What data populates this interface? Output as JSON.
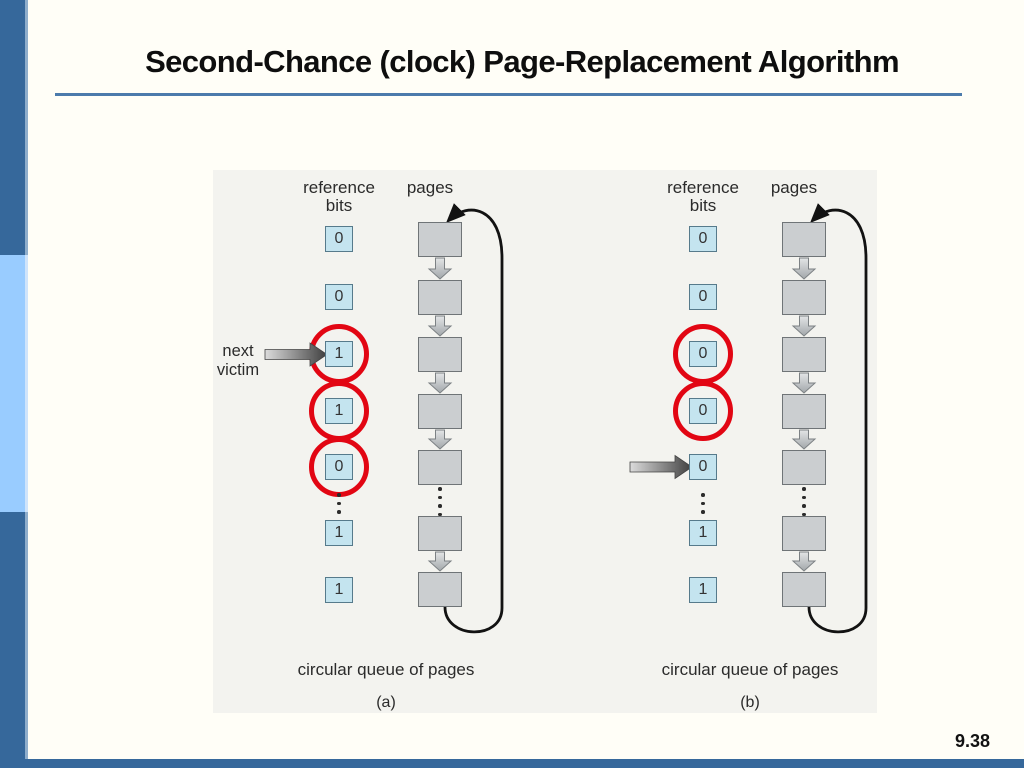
{
  "title": "Second-Chance (clock) Page-Replacement Algorithm",
  "page_number": "9.38",
  "colors": {
    "sidebar_dark": "#36689B",
    "sidebar_light": "#99CCFF",
    "title_underline": "#4C7BAC",
    "circle_red": "#E20613",
    "bit_box_fill": "#C4E4EF",
    "page_box_fill": "#CBCED0"
  },
  "figure": {
    "diagram_a": {
      "ref_label_1": "reference",
      "ref_label_2": "bits",
      "pages_label": "pages",
      "next_victim_1": "next",
      "next_victim_2": "victim",
      "bits": [
        "0",
        "0",
        "1",
        "1",
        "0",
        "1",
        "1"
      ],
      "caption": "circular queue of pages",
      "tag": "(a)"
    },
    "diagram_b": {
      "ref_label_1": "reference",
      "ref_label_2": "bits",
      "pages_label": "pages",
      "bits": [
        "0",
        "0",
        "0",
        "0",
        "0",
        "1",
        "1"
      ],
      "caption": "circular queue of pages",
      "tag": "(b)"
    }
  }
}
